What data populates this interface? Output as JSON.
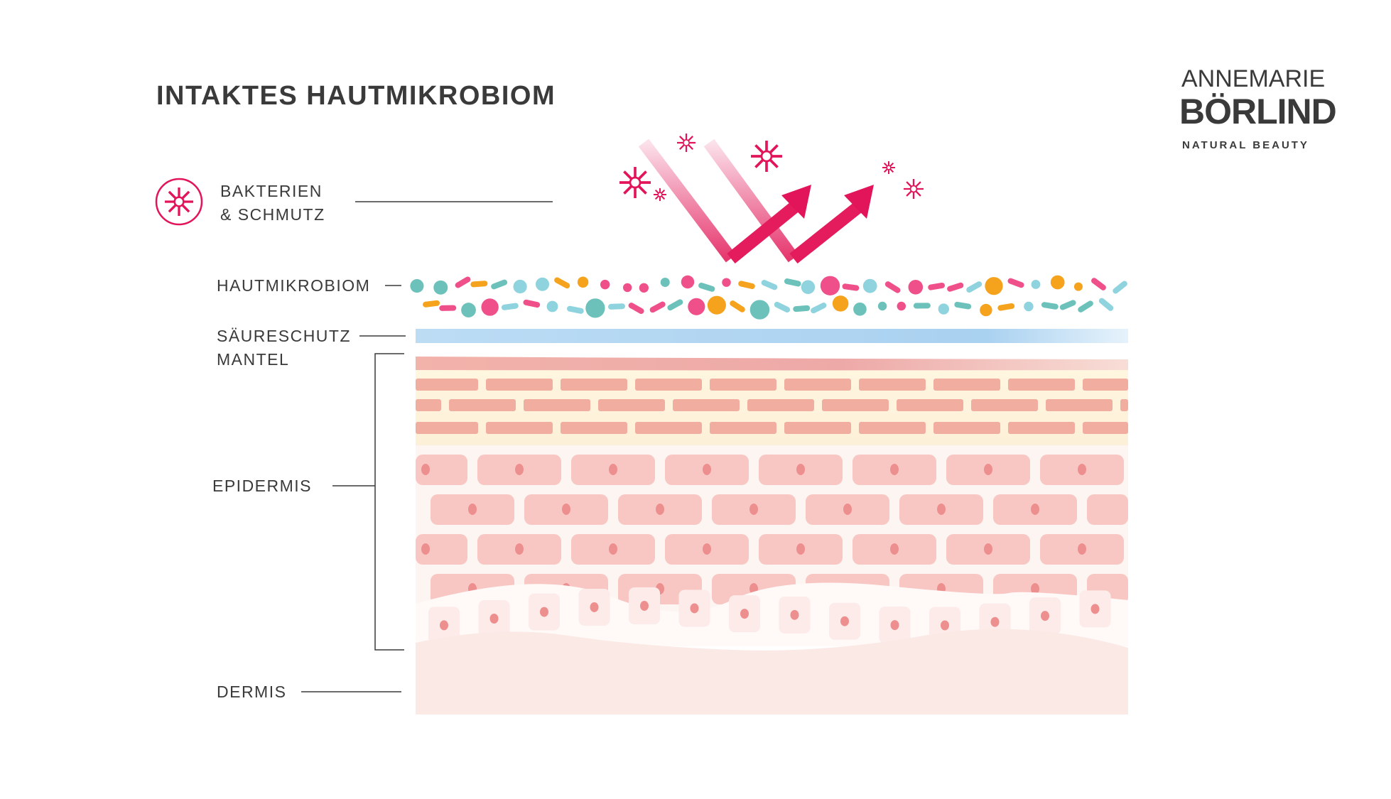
{
  "title": "INTAKTES HAUTMIKROBIOM",
  "logo": {
    "line1": "ANNEMARIE",
    "line2": "BÖRLIND",
    "tagline": "NATURAL BEAUTY"
  },
  "legend": {
    "icon": "bacteria-icon",
    "line1": "BAKTERIEN",
    "line2": "& SCHMUTZ"
  },
  "labels": {
    "microbiome": "HAUTMIKROBIOM",
    "acid_mantle_1": "SÄURESCHUTZ",
    "acid_mantle_2": "MANTEL",
    "epidermis": "EPIDERMIS",
    "dermis": "DERMIS"
  },
  "colors": {
    "accent": "#e2145a",
    "text": "#3a3a3a",
    "microbes": [
      "#f0508a",
      "#6cc2bb",
      "#f5a21c",
      "#8ed3de"
    ],
    "acid_mantle": "#a9d1f0",
    "horny_layer": "#f0ada3",
    "cell": "#f8c7c3",
    "nucleus": "#ee8f8f",
    "dermis": "#fbe9e6"
  }
}
